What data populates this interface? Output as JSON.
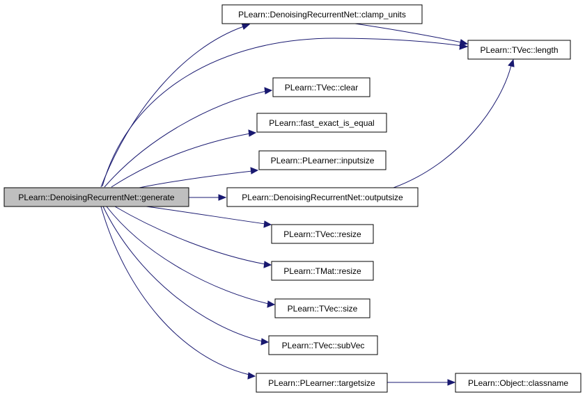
{
  "graph": {
    "nodes": {
      "generate": "PLearn::DenoisingRecurrentNet::generate",
      "clamp_units": "PLearn::DenoisingRecurrentNet::clamp_units",
      "tvec_length": "PLearn::TVec::length",
      "tvec_clear": "PLearn::TVec::clear",
      "fast_exact_is_equal": "PLearn::fast_exact_is_equal",
      "inputsize": "PLearn::PLearner::inputsize",
      "outputsize": "PLearn::DenoisingRecurrentNet::outputsize",
      "tvec_resize": "PLearn::TVec::resize",
      "tmat_resize": "PLearn::TMat::resize",
      "tvec_size": "PLearn::TVec::size",
      "tvec_subvec": "PLearn::TVec::subVec",
      "targetsize": "PLearn::PLearner::targetsize",
      "object_classname": "PLearn::Object::classname"
    },
    "edges": [
      [
        "generate",
        "clamp_units"
      ],
      [
        "generate",
        "tvec_length"
      ],
      [
        "generate",
        "tvec_clear"
      ],
      [
        "generate",
        "fast_exact_is_equal"
      ],
      [
        "generate",
        "inputsize"
      ],
      [
        "generate",
        "outputsize"
      ],
      [
        "generate",
        "tvec_resize"
      ],
      [
        "generate",
        "tmat_resize"
      ],
      [
        "generate",
        "tvec_size"
      ],
      [
        "generate",
        "tvec_subvec"
      ],
      [
        "generate",
        "targetsize"
      ],
      [
        "clamp_units",
        "tvec_length"
      ],
      [
        "outputsize",
        "tvec_length"
      ],
      [
        "targetsize",
        "object_classname"
      ]
    ]
  },
  "colors": {
    "edge": "#191970",
    "root_fill": "#bfbfbf",
    "node_fill": "#ffffff",
    "node_border": "#000000"
  }
}
